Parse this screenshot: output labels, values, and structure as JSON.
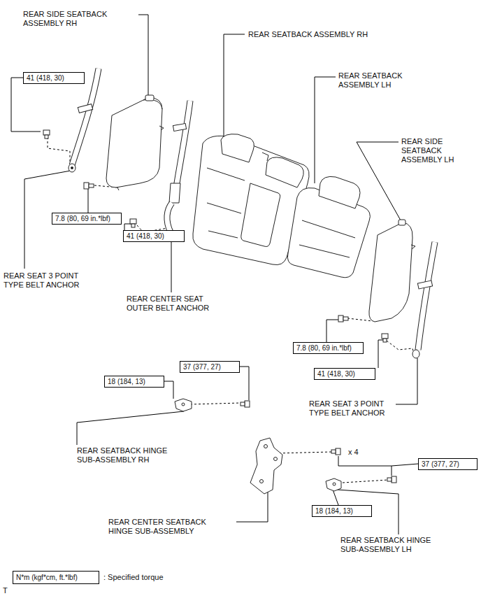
{
  "diagram": {
    "nodes": [
      {
        "text": [
          "41 (418, 30)"
        ]
      },
      {
        "text": [
          "7.8 (80, 69 in.*lbf)"
        ]
      },
      {
        "text": [
          "41 (418, 30)"
        ]
      },
      {
        "text": [
          "7.8 (80, 69 in.*lbf)"
        ]
      },
      {
        "text": [
          "37 (377, 27)"
        ]
      },
      {
        "text": [
          "41 (418, 30)"
        ]
      },
      {
        "text": [
          "18 (184, 13)"
        ]
      },
      {
        "text": [
          "37 (377, 27)"
        ]
      },
      {
        "text": [
          "18 (184, 13)"
        ]
      },
      {
        "text": [
          "N*m (kgf*cm, ft.*lbf)"
        ]
      }
    ],
    "labels": [
      "REAR SIDE SEATBACK ASSEMBLY RH",
      "REAR SEATBACK ASSEMBLY RH",
      "REAR SEATBACK ASSEMBLY LH",
      "REAR SIDE SEATBACK ASSEMBLY LH",
      "REAR SEAT 3 POINT TYPE BELT ANCHOR",
      "REAR CENTER SEAT OUTER BELT ANCHOR",
      "REAR SEAT 3 POINT TYPE BELT ANCHOR",
      "REAR SEATBACK HINGE SUB-ASSEMBLY RH",
      "x 4",
      "REAR CENTER SEATBACK HINGE SUB-ASSEMBLY",
      "REAR SEATBACK HINGE SUB-ASSEMBLY LH",
      ": Specified torque",
      "T"
    ]
  }
}
